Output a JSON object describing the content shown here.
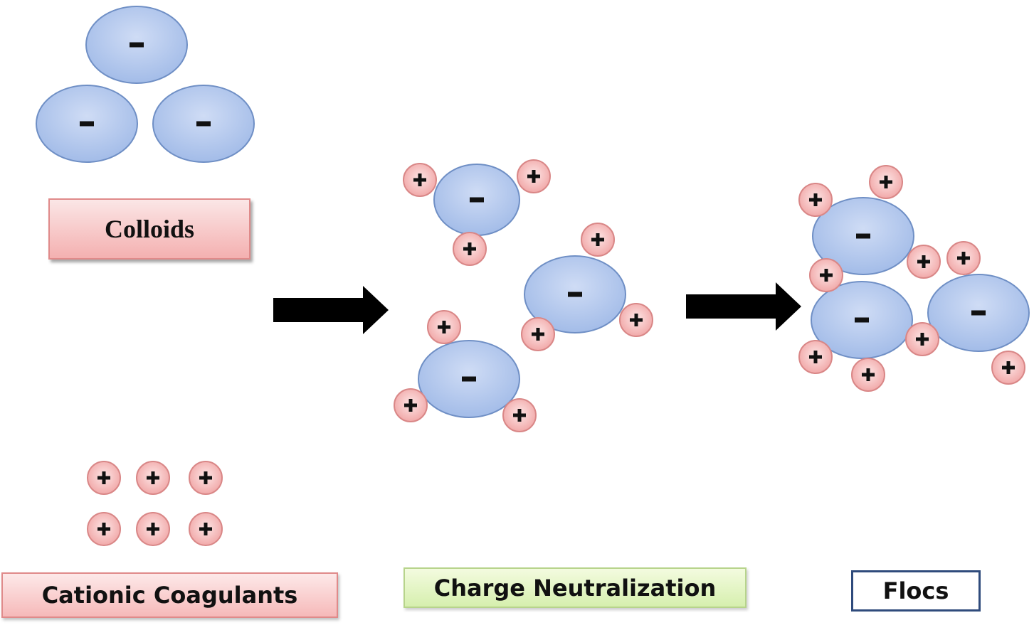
{
  "labels": {
    "colloids": "Colloids",
    "cationic_coagulants": "Cationic Coagulants",
    "charge_neutralization": "Charge Neutralization",
    "flocs": "Flocs"
  },
  "symbols": {
    "negative": "-",
    "positive": "+"
  },
  "colors": {
    "colloid_fill": "#a9c1ea",
    "colloid_stroke": "#6f8fc5",
    "cation_fill": "#f5b5b5",
    "cation_stroke": "#d98787",
    "arrow": "#000000"
  }
}
